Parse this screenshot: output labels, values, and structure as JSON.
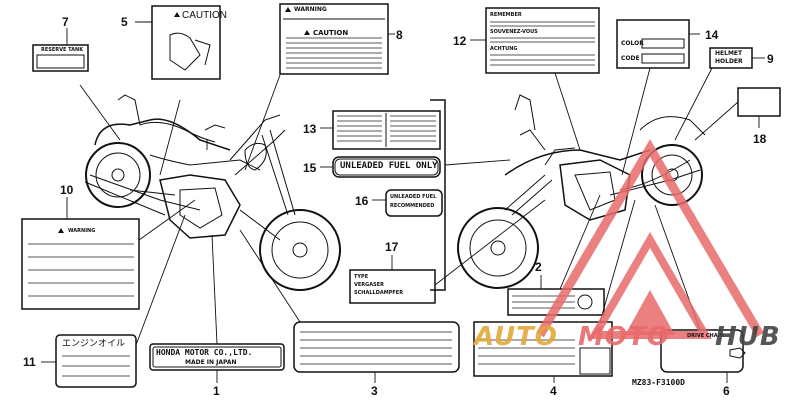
{
  "callouts": [
    "7",
    "5",
    "8",
    "12",
    "14",
    "9",
    "18",
    "13",
    "15",
    "16",
    "10",
    "17",
    "2",
    "11",
    "1",
    "3",
    "4",
    "6"
  ],
  "labels": {
    "reserve_tank": "RESERVE TANK",
    "caution": "CAUTION",
    "warning": "WARNING",
    "remember": "REMEMBER",
    "souvenez": "SOUVENEZ-VOUS",
    "achtung": "ACHTUNG",
    "color": "COLOR",
    "code": "CODE",
    "helmet": "HELMET",
    "holder": "HOLDER",
    "unleaded_fuel_only": "UNLEADED FUEL ONLY",
    "unleaded_fuel": "UNLEADED FUEL",
    "recommended": "RECOMMENDED",
    "type": "TYPE",
    "vergaser": "VERGASER",
    "schalldampfer": "SCHALLDAMPFER",
    "engine_oil_jp": "エンジンオイル",
    "honda_motor": "HONDA MOTOR CO.,LTD.",
    "made_in_japan": "MADE IN JAPAN",
    "drive_chain": "DRIVE CHAIN",
    "part_code": "MZ83-F3100D"
  },
  "watermark": {
    "text_auto": "AUTO",
    "text_moto": "MOTO",
    "text_hub": "HUB",
    "accent_color": "#e86a6a",
    "gold_color": "#e0a93a",
    "dark_color": "#444444"
  }
}
